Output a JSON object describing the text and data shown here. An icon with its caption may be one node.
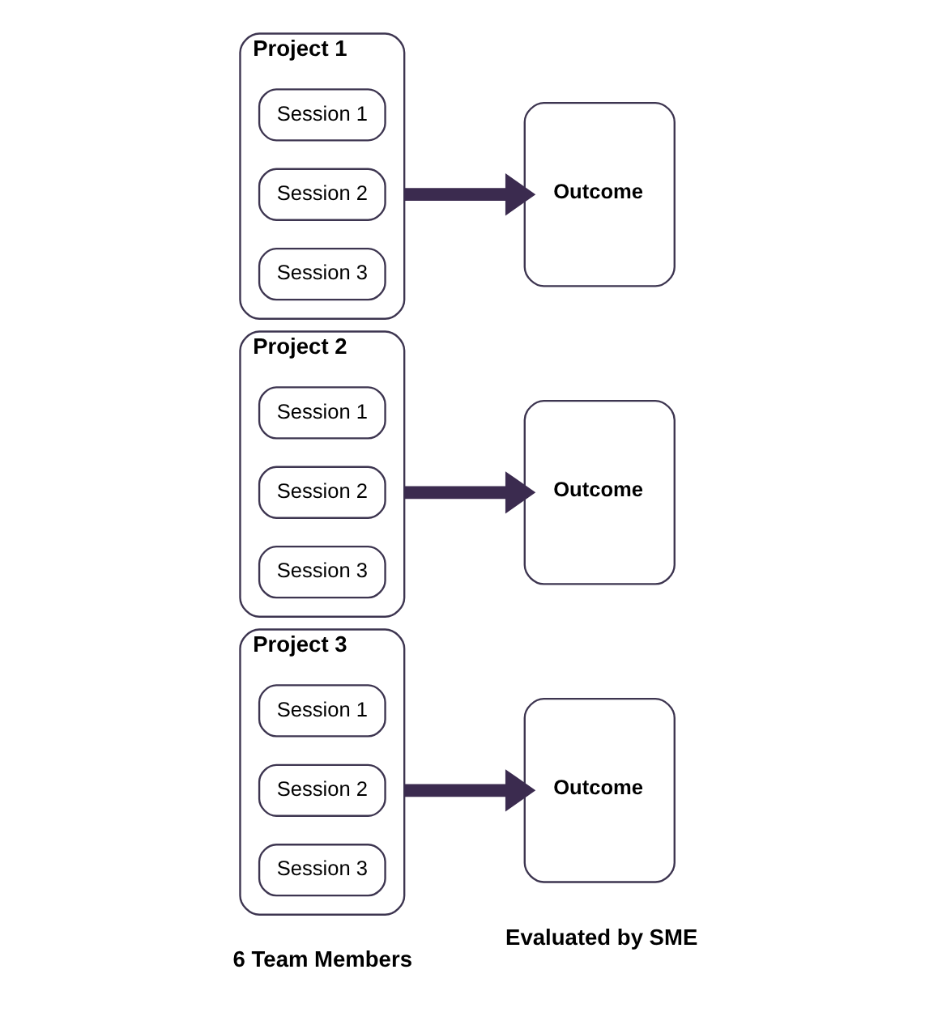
{
  "diagram": {
    "nodes": [
      {
        "text": [
          "Project 1"
        ]
      },
      {
        "text": [
          "Session 1"
        ],
        "in": 0
      },
      {
        "text": [
          "Session 2"
        ],
        "in": 0
      },
      {
        "text": [
          "Session 3"
        ],
        "in": 0
      },
      {
        "text": [
          "Outcome"
        ]
      },
      {
        "text": [
          "Project 2"
        ]
      },
      {
        "text": [
          "Session 1"
        ],
        "in": 5
      },
      {
        "text": [
          "Session 2"
        ],
        "in": 5
      },
      {
        "text": [
          "Session 3"
        ],
        "in": 5
      },
      {
        "text": [
          "Outcome"
        ]
      },
      {
        "text": [
          "Project 3"
        ]
      },
      {
        "text": [
          "Session 1"
        ],
        "in": 10
      },
      {
        "text": [
          "Session 2"
        ],
        "in": 10
      },
      {
        "text": [
          "Session 3"
        ],
        "in": 10
      },
      {
        "text": [
          "Outcome"
        ]
      }
    ],
    "edges": [
      {
        "from": 0,
        "to": 4,
        "arrow": "to"
      },
      {
        "from": 5,
        "to": 9,
        "arrow": "to"
      },
      {
        "from": 10,
        "to": 14,
        "arrow": "to"
      }
    ],
    "labels": [
      "6 Team Members",
      "Evaluated by SME"
    ]
  }
}
